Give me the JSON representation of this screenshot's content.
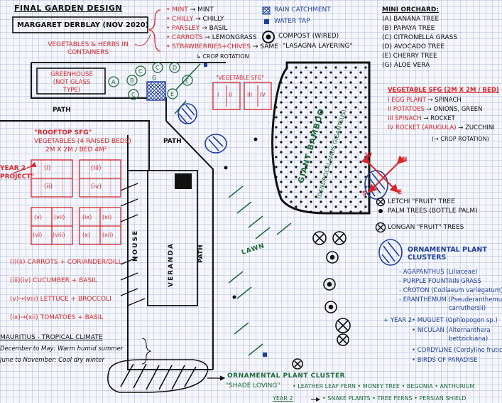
{
  "header": {
    "title": "FINAL GARDEN DESIGN",
    "author": "MARGARET DERBLAY (NOV 2020)"
  },
  "containers": {
    "items": [
      {
        "from": "MINT",
        "to": "MINT"
      },
      {
        "from": "CHILLY",
        "to": "CHILLY"
      },
      {
        "from": "PARSLEY",
        "to": "BASIL"
      },
      {
        "from": "CARROTS",
        "to": "LEMONGRASS"
      },
      {
        "from": "STRAWBERRIES+CHIVES",
        "to": "SAME"
      }
    ],
    "rotation": "CROP ROTATION",
    "label": "VEGETABLES & HERBS IN CONTAINERS"
  },
  "legend_top": {
    "rain": "RAIN CATCHMENT",
    "tap": "WATER TAP",
    "compost": "COMPOST (WIRED)",
    "lasagna": "\"LASAGNA LAYERING\""
  },
  "orchard": {
    "title": "MINI ORCHARD:",
    "items": [
      {
        "key": "A",
        "name": "BANANA TREE"
      },
      {
        "key": "B",
        "name": "PAPAYA TREE"
      },
      {
        "key": "C",
        "name": "CITRONELLA GRASS"
      },
      {
        "key": "D",
        "name": "AVOCADO TREE"
      },
      {
        "key": "E",
        "name": "CHERRY TREE"
      },
      {
        "key": "G",
        "name": "ALOE VERA"
      }
    ]
  },
  "veg_sfg": {
    "title": "VEGETABLE SFG (2M X 2M / BED)",
    "items": [
      {
        "key": "I",
        "from": "EGG PLANT",
        "to": "SPINACH"
      },
      {
        "key": "II",
        "from": "POTATOES",
        "to": "ONIONS, GREEN"
      },
      {
        "key": "III",
        "from": "SPINACH",
        "to": "ROCKET"
      },
      {
        "key": "IV",
        "from": "ROCKET (ARUGULA)",
        "to": "ZUCCHINI"
      }
    ],
    "rotation": "(→ CROP ROTATION)"
  },
  "map": {
    "greenhouse": "GREENHOUSE (NOT GLASS TYPE)",
    "path_top": "PATH",
    "path_mid": "PATH",
    "path_right": "PATH",
    "house": "HOUSE",
    "veranda": "VERANDA",
    "lawn": "LAWN",
    "bamboo": "GIANT BAMBOO",
    "bamboo_latin": "(DENDROCALAMUS GIGANTEUS)",
    "veg_sfg_small": "\"VEGETABLE SFG\"",
    "bed_I": "I",
    "bed_II": "II",
    "bed_III": "III",
    "bed_IV": "IV",
    "orch_A": "A",
    "orch_B": "B",
    "orch_C1": "C",
    "orch_C2": "C",
    "orch_C3": "C",
    "orch_D": "D",
    "orch_E1": "E",
    "orch_E2": "E",
    "orch_G": "G",
    "compass_w": "W",
    "compass_n": "N",
    "compass_s": "S",
    "compass_e": "E"
  },
  "rooftop": {
    "title": "\"ROOFTOP SFG\"",
    "sub": "VEGETABLES (4 RAISED BEDS)",
    "size": "2M X 2M / BED  4M²",
    "side1": "YEAR 2",
    "side2": "PROJECT\"",
    "beds": [
      "(i)",
      "(ii)",
      "(iii)",
      "(iv)",
      "(v)",
      "(vii)",
      "(vi)",
      "(viii)",
      "(ix)",
      "(xi)",
      "(x)",
      "(xii)"
    ]
  },
  "crops": {
    "items": [
      "(i)(ii) CARROTS + CORIANDER/DILL",
      "(iii)(iv) CUCUMBER + BASIL",
      "(v)→(viii) LETTUCE + BROCCOLI",
      "(ix)→(xii) TOMATOES + BASIL"
    ]
  },
  "climate": {
    "title": "MAURITIUS - TROPICAL CLIMATE",
    "line1": "December to May: Warm humid summer",
    "line2": "June to November: Cool dry winter"
  },
  "legend_right": {
    "letchi": "LETCHI \"FRUIT\" TREE",
    "palm": "PALM TREES (BOTTLE PALM)",
    "longan": "LONGAN \"FRUIT\" TREES",
    "ornamental_title": "ORNAMENTAL PLANT CLUSTERS",
    "plants": [
      "- AGAPANTHUS (Liliaceae)",
      "- PURPLE FOUNTAIN GRASS",
      "- CROTON (Codiaeum variegatum)",
      "- ERANTHEMUM (Pseuderanthemum",
      "carruthersii)"
    ],
    "year2_label": "+ YEAR 2",
    "year2_plants": [
      "• MUGUET (Ophiopogon sp.)",
      "• NICULAN (Alternanthera",
      "bettzickiana)",
      "• CORDYLINE (Cordyline fruticosa)",
      "• BIRDS OF PARADISE"
    ]
  },
  "bottom": {
    "title": "ORNAMENTAL PLANT CLUSTER",
    "shade": "\"SHADE LOVING\"",
    "line1": "• LEATHER LEAF FERN • MONEY TREE • BEGONIA • ANTHURIUM",
    "year2": "YEAR 2",
    "line2": "• SNAKE PLANTS • TREE FERNS • PERSIAN SHIELD"
  },
  "colors": {
    "ink": "#111111",
    "red": "#d8262b",
    "green": "#1d6b3a",
    "blue": "#1f3f9a"
  }
}
